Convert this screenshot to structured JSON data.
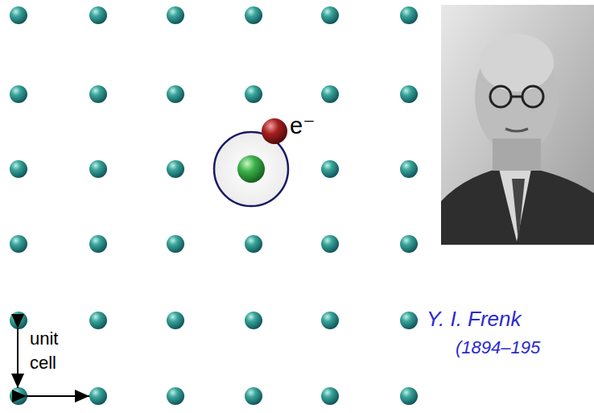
{
  "diagram": {
    "labels": [
      "e⁻",
      "unit cell",
      "Y. I. Frenk",
      "(1894–195"
    ]
  }
}
